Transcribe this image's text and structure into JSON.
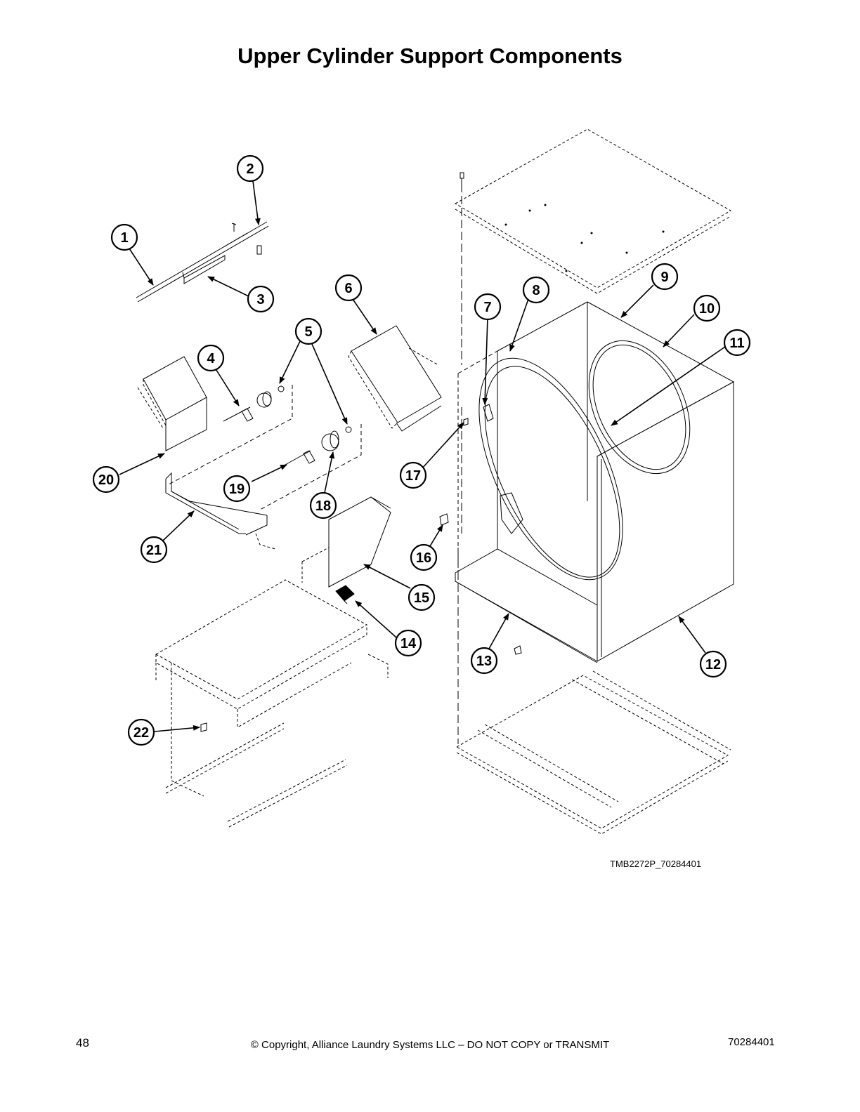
{
  "title": "Upper Cylinder Support Components",
  "figure_ref": "TMB2272P_70284401",
  "footer": {
    "page_number": "48",
    "copyright": "© Copyright, Alliance Laundry Systems LLC – DO NOT COPY or TRANSMIT",
    "doc_number": "70284401"
  },
  "callouts": [
    "1",
    "2",
    "3",
    "4",
    "5",
    "6",
    "7",
    "8",
    "9",
    "10",
    "11",
    "12",
    "13",
    "14",
    "15",
    "16",
    "17",
    "18",
    "19",
    "20",
    "21",
    "22"
  ]
}
